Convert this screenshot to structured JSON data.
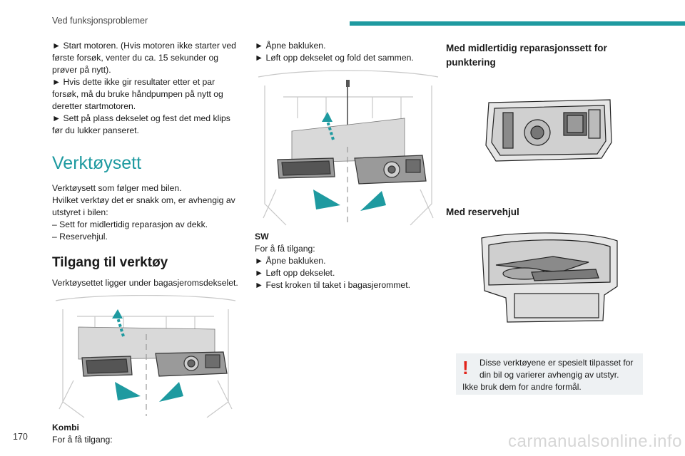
{
  "header": {
    "title": "Ved funksjonsproblemer"
  },
  "col1": {
    "p1": "► Start motoren. (Hvis motoren ikke starter ved første forsøk, venter du ca. 15 sekunder og prøver på nytt).",
    "p2": "► Hvis dette ikke gir resultater etter et par forsøk, må du bruke håndpumpen på nytt og deretter startmotoren.",
    "p3": "► Sett på plass dekselet og fest det med klips før du lukker panseret.",
    "section_title": "Verktøysett",
    "section_p1": "Verktøysett som følger med bilen.",
    "section_p2": "Hvilket verktøy det er snakk om, er avhengig av utstyret i bilen:",
    "item1": "– Sett for midlertidig reparasjon av dekk.",
    "item2": "– Reservehjul.",
    "access_title": "Tilgang til verktøy",
    "access_p": "Verktøysettet ligger under bagasjeromsdekselet.",
    "fig_caption_title": "Kombi",
    "fig_caption_text": "For å få tilgang:"
  },
  "col2": {
    "step1": "► Åpne bakluken.",
    "step2": "► Løft opp dekselet og fold det sammen.",
    "caption_title": "SW",
    "caption_line1": "For å få tilgang:",
    "caption_line2": "► Åpne bakluken.",
    "caption_line3": "► Løft opp dekselet.",
    "caption_line4": "► Fest kroken til taket i bagasjerommet."
  },
  "col3": {
    "heading1": "Med midlertidig reparasjonssett for punktering",
    "heading2": "Med reservehjul"
  },
  "warning": {
    "icon": "!",
    "line1": "Disse verktøyene er spesielt tilpasset for din bil og varierer avhengig av utstyr.",
    "line2": "Ikke bruk dem for andre formål."
  },
  "footer": {
    "page_number": "170",
    "watermark": "carmanualsonline.info"
  },
  "colors": {
    "accent": "#1e9aa0",
    "warning": "#e2231a",
    "box": "#eef1f3"
  }
}
